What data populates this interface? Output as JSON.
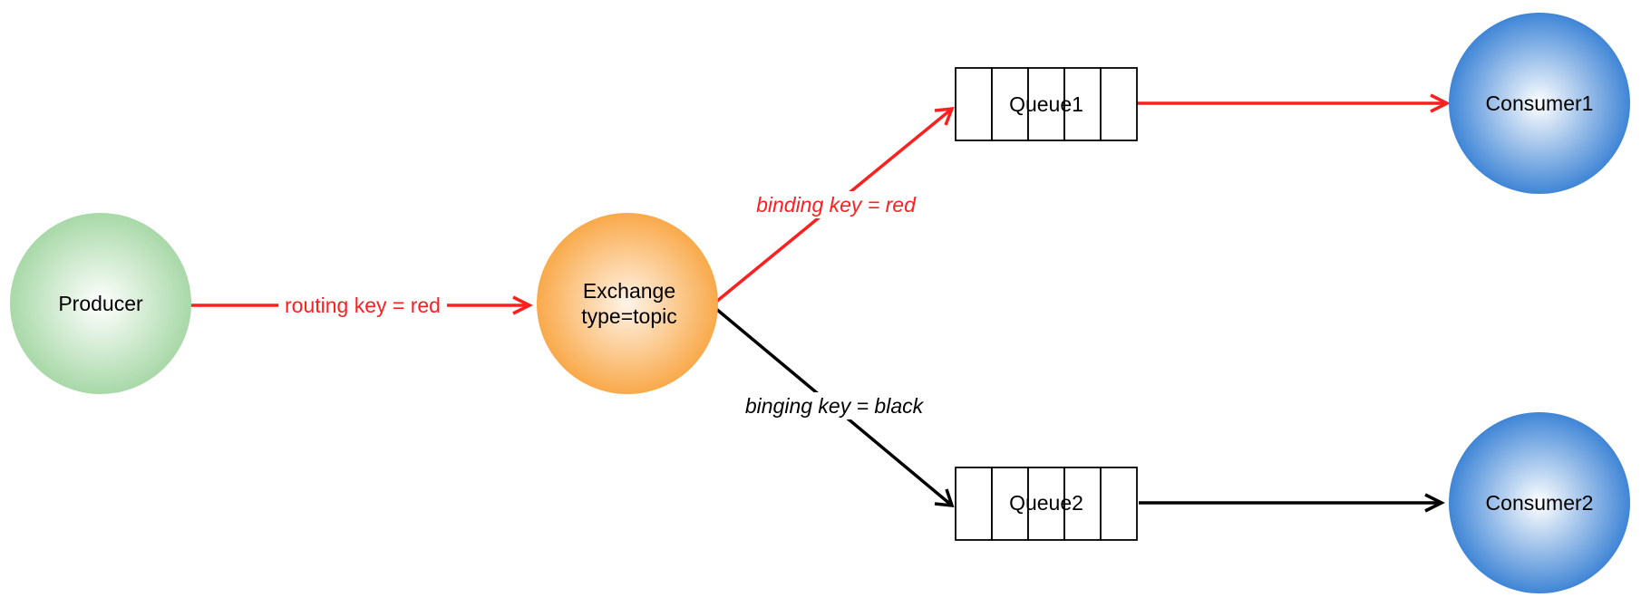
{
  "nodes": {
    "producer": {
      "label": "Producer"
    },
    "exchange": {
      "label_line1": "Exchange",
      "label_line2": "type=topic"
    },
    "queue1": {
      "label": "Queue1"
    },
    "queue2": {
      "label": "Queue2"
    },
    "consumer1": {
      "label": "Consumer1"
    },
    "consumer2": {
      "label": "Consumer2"
    }
  },
  "edges": {
    "producer_to_exchange": {
      "label": "routing key = red",
      "color": "#ff1f1f"
    },
    "exchange_to_queue1": {
      "label": "binding key = red",
      "color": "#ff1f1f"
    },
    "exchange_to_queue2": {
      "label": "binging key = black",
      "color": "#000000"
    },
    "queue1_to_consumer1": {
      "color": "#ff1f1f"
    },
    "queue2_to_consumer2": {
      "color": "#000000"
    }
  },
  "colors": {
    "producer_fill": "#a8d8a8",
    "exchange_fill": "#f9a94a",
    "consumer_fill": "#3f85d6",
    "red": "#ff1f1f",
    "black": "#000000"
  }
}
